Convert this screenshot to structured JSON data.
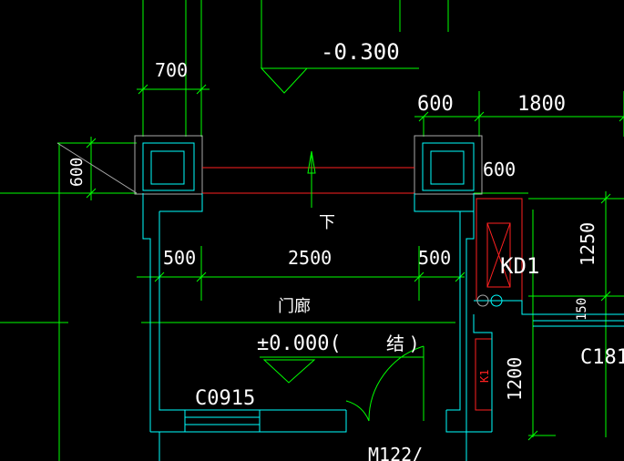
{
  "colors": {
    "background": "#000000",
    "dimension": "#00ff00",
    "wall": "#00ffff",
    "column": "#00ffff",
    "beam": "#ff2020",
    "text": "#ffffff",
    "axis": "#ffffff"
  },
  "drawing": {
    "elevation_top": "-0.300",
    "elevation_main": "±0.000(",
    "elevation_note": "结 )",
    "down_label": "下",
    "porch_label": "门廊",
    "window_label": "C0915",
    "door_label": "M122/",
    "kd_label": "KD1",
    "right_window_label": "C181",
    "k1_label": "K1",
    "dims": {
      "d700": "700",
      "d600_top": "600",
      "d1800": "1800",
      "d600_left": "600",
      "d600_right": "600",
      "d500_left": "500",
      "d2500": "2500",
      "d500_right": "500",
      "d1250": "1250",
      "d150": "150",
      "d1200": "1200"
    }
  },
  "icons": {
    "elevation_marker": "triangle-down-icon",
    "stair_arrow": "arrow-up-icon",
    "door_swing": "door-arc-icon",
    "cross_box": "x-box-icon"
  }
}
